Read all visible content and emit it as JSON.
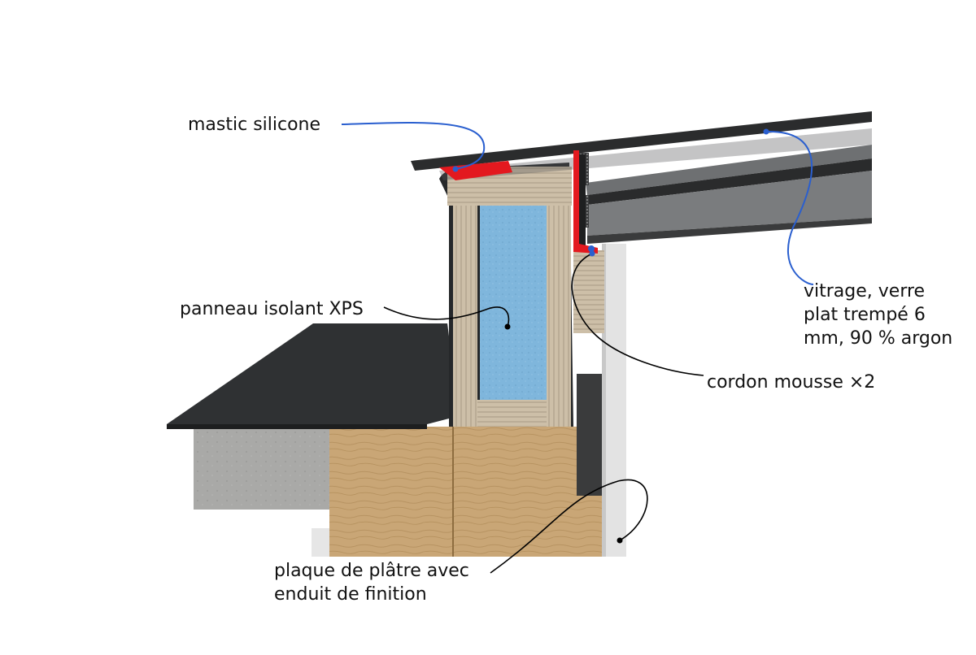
{
  "labels": {
    "mastic": "mastic silicone",
    "xps": "panneau isolant XPS",
    "vitrage": [
      "vitrage, verre",
      "plat trempé 6",
      "mm, 90 % argon"
    ],
    "cordon": "cordon mousse ×2",
    "platre": [
      "plaque de plâtre avec",
      "enduit de finition"
    ]
  },
  "colors": {
    "roofing": "#2f3133",
    "concrete": "#a9a9a7",
    "timber": "#c9a676",
    "plywood": "#cdbfa8",
    "xps": "#7fb6dc",
    "sealant": "#e3191f",
    "glass": "#7a7c7e",
    "frame": "#1e1f20",
    "plaster": "#e3e3e3",
    "leader_blue": "#2a5fcf",
    "leader_black": "#000000"
  }
}
